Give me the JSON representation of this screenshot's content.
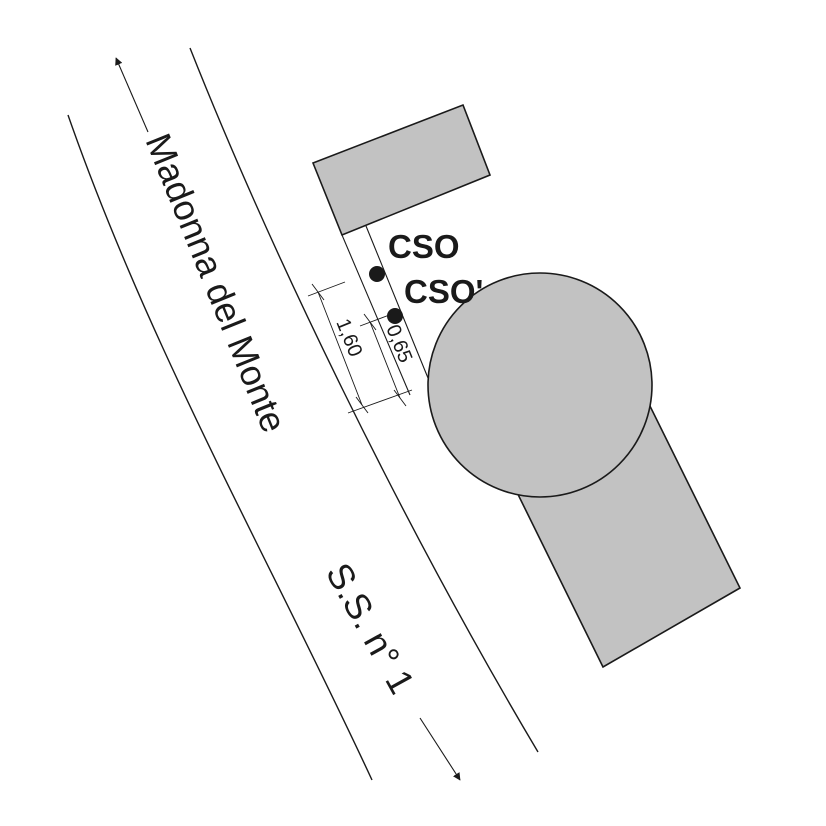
{
  "streets": {
    "north_name": "Madonna del Monte",
    "south_name": "S.S. n° 1"
  },
  "points": {
    "cso": "CSO",
    "cso_prime": "CSO'"
  },
  "dimensions": {
    "wide": "1,60",
    "narrow": "0,65"
  },
  "colors": {
    "building_fill": "#c2c2c2",
    "ink": "#1a1a1a"
  }
}
